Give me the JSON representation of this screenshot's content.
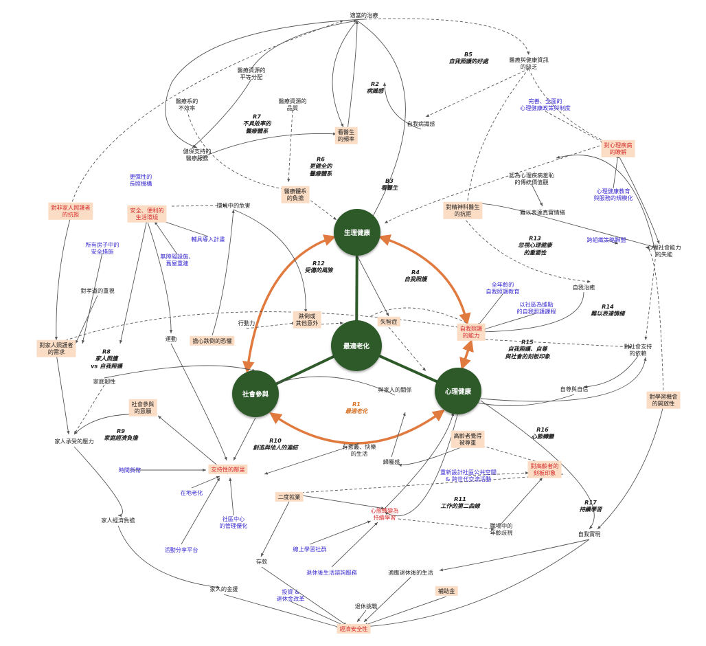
{
  "hubs": {
    "physical": "生理健康",
    "optimal": "最適老化",
    "social": "社會參與",
    "mental": "心理健康"
  },
  "nodes": {
    "proper_treatment": "適當的治療",
    "medical_equal": "醫療資源的\n平等分配",
    "medical_inefficient": "醫療系的\n不效率",
    "medical_quality": "醫療資源的\n品質",
    "health_info_lack": "醫療與健康資訊\n的缺乏",
    "self_awareness": "自我病識感",
    "health_support": "健保支持的\n醫療服務",
    "doctor_freq": "看醫生\n的頻率",
    "mental_policy": "完善、全面的\n心理健康政策與制度",
    "mental_understanding": "對心理疾病\n的瞭解",
    "elastic_care": "更彈性的\n長照機構",
    "mental_stigma": "認為心理疾病羞恥\n的傳統價值觀",
    "medical_burden": "醫療體系\n的負擔",
    "mental_education": "心理健康教育\n與服務的規模化",
    "non_family_resist": "對非家人照護者\n的抗拒",
    "safe_env": "安全、便利的\n生活環境",
    "env_danger": "環境中的危害",
    "psychiatrist_resist": "對精神科醫生\n的抗拒",
    "hard_express": "難以表達真實情緒",
    "cross_org": "跨組織策略聯盟",
    "assistive": "輔具導入計畫",
    "children_house": "所有房子中的\n安全措施",
    "barrier_free": "無障礙設施、\n舊屋重建",
    "mental_competence": "心理社會能力\n的失能",
    "filial_value": "對孝道的重視",
    "lifelong_self_care": "全年齡的\n自我照護教育",
    "mobility": "行動力",
    "fall_accident": "跌倒或\n其他意外",
    "self_healing": "自我治癒",
    "community_self_care": "以社區為據點\n的自我照護課程",
    "family_caregiver_need": "對家人照護者\n的需求",
    "exercise": "運動",
    "fear_fall": "擔心跌倒的恐懼",
    "dementia": "失智症",
    "self_care_ability": "自我照護\n的能力",
    "social_dependency": "對社會支持\n的依賴",
    "family_resilience": "家庭韌性",
    "family_relation": "與家人的關係",
    "self_esteem": "自尊與自信",
    "social_will": "社會參與\n的意願",
    "learning_openness": "對學習機會\n的開放性",
    "family_pressure": "家人承受的壓力",
    "meaningful_life": "有意義、快樂\n的生活",
    "elder_respect": "高齡者覺得\n被尊重",
    "loneliness": "歸屬感",
    "time_bank": "時間貨幣",
    "supportive_neighbor": "支持性的鄰里",
    "elder_stereotype": "對高齡者的\n刻板印象",
    "redesign_space": "重新設計社區公共空間\n& 跨世代交流活動",
    "aging_in_place": "在地老化",
    "second_career": "二度就業",
    "workplace_age": "職場中的\n年齡歧視",
    "community_center": "社區中心\n的管理優化",
    "mindset_learning": "心態轉變為\n持續學習",
    "family_financial": "家人經濟負擔",
    "online_learning": "線上學習社群",
    "self_realization": "自我實現",
    "activity_platform": "活動分享平台",
    "savings": "存款",
    "retiree_service": "退休後生活諮詢服務",
    "adapt_retirement": "適應退休後的生活",
    "family_support_money": "家人的金援",
    "subsidy": "補助金",
    "investment": "投資 &\n退休金改革",
    "retire_challenge": "退休挑戰",
    "financial_security": "經濟安全性"
  },
  "loops": {
    "R1": "R1\n最適老化",
    "R2": "R2\n病識感",
    "R3": "B3\n看醫生",
    "R4": "R4\n自我照護",
    "R5": "B5\n自我照護的好處",
    "R6": "R6\n更健全的\n醫療體系",
    "R7": "R7\n不具效率的\n醫療體系",
    "R8": "R8\n家人照護\nvs 自我照護",
    "R9": "R9\n家庭經濟負擔",
    "R10": "R10\n創造與他人的連結",
    "R11": "R11\n工作的第二曲線",
    "R12": "R12\n受傷的風險",
    "R13": "R13\n忽視心理健康\n的重要性",
    "R14": "R14\n難以表達情緒",
    "R15": "R15\n自我照護、自尊\n與社會的刻板印象",
    "R16": "R16\n心態轉變",
    "R17": "R17\n持續學習"
  },
  "colors": {
    "hub": "#2e5a2a",
    "box": "#fbdcc4",
    "red_text": "#d62f2f",
    "blue_text": "#3a2bd0",
    "orange_arrow": "#e07a3f",
    "loop_orange": "#d9772f",
    "edge": "#555555"
  }
}
